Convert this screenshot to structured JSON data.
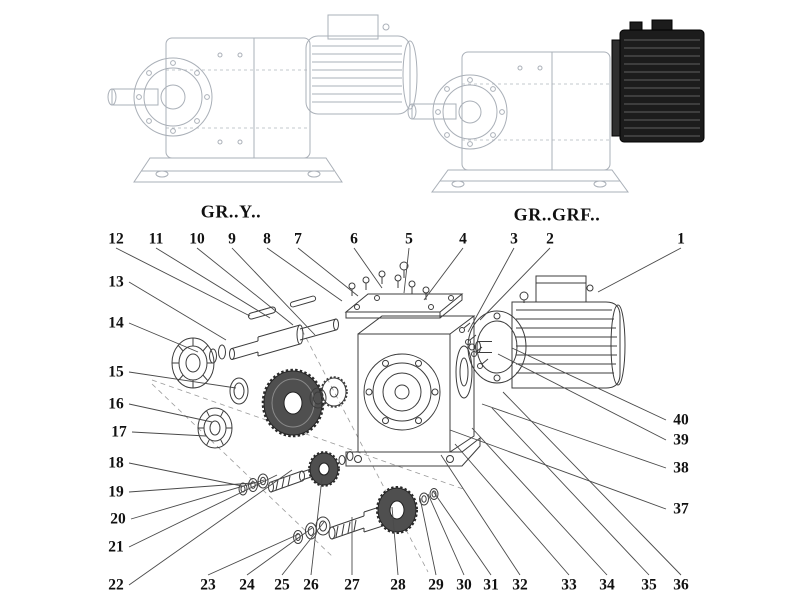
{
  "diagram": {
    "type": "exploded-parts-diagram",
    "subject": "helical-gearmotor",
    "variant_labels": {
      "left": "GR..Y..",
      "right": "GR..GRF.."
    },
    "callouts": {
      "top": [
        "12",
        "11",
        "10",
        "9",
        "8",
        "7",
        "6",
        "5",
        "4",
        "3",
        "2",
        "1"
      ],
      "left": [
        "13",
        "14",
        "15",
        "16",
        "17",
        "18",
        "19",
        "20",
        "21",
        "22"
      ],
      "bottom": [
        "23",
        "24",
        "25",
        "26",
        "27",
        "28",
        "29",
        "30",
        "31",
        "32",
        "33",
        "34",
        "35",
        "36"
      ],
      "right": [
        "40",
        "39",
        "38",
        "37"
      ]
    }
  },
  "colors": {
    "line": "#3c3c3c",
    "faint_line": "#aab0b8",
    "dark_part": "#4f4f4f",
    "black_part": "#1c1c1c",
    "text": "#111111"
  }
}
